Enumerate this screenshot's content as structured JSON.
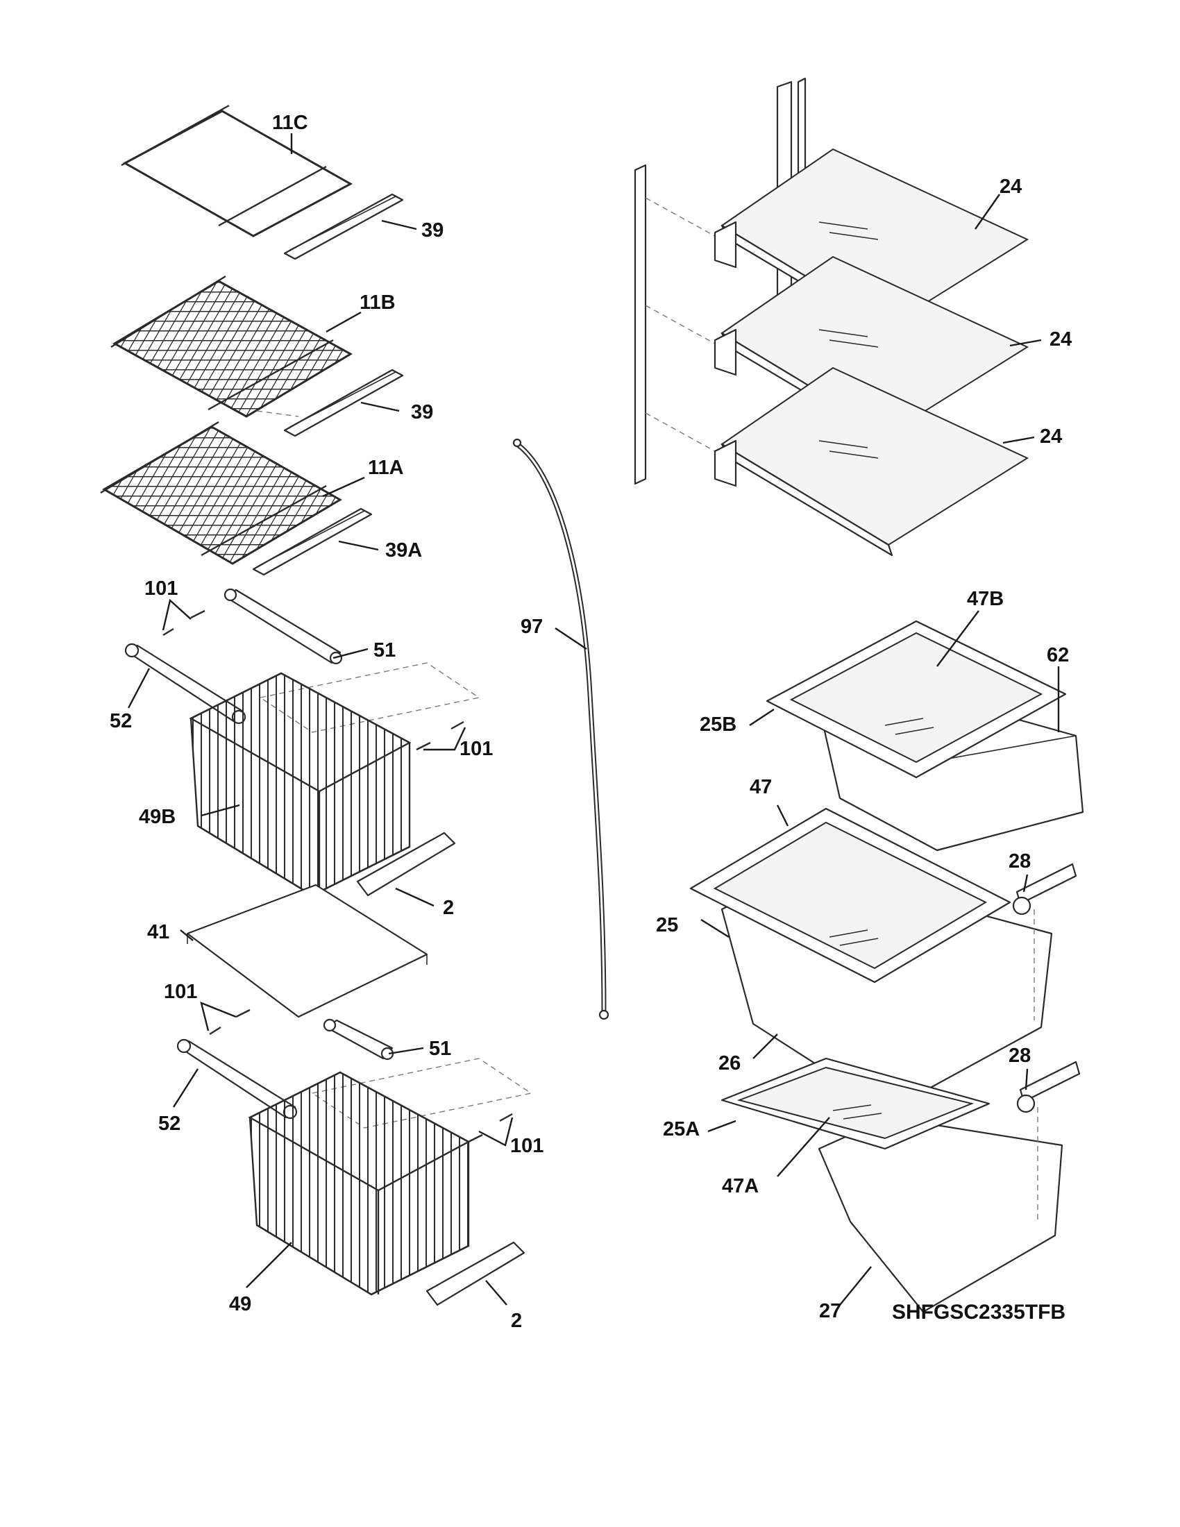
{
  "model_number": "SHFGSC2335TFB",
  "part_labels": {
    "shelf_11c": "11C",
    "shelf_11b": "11B",
    "shelf_11a": "11A",
    "trim_39_top": "39",
    "trim_39_mid": "39",
    "trim_39a": "39A",
    "screw_101_a": "101",
    "screw_101_b": "101",
    "screw_101_c": "101",
    "screw_101_d": "101",
    "slide_51_top": "51",
    "slide_51_bottom": "51",
    "slide_52_top": "52",
    "slide_52_bottom": "52",
    "basket_49b": "49B",
    "basket_49": "49",
    "trim_2_top": "2",
    "trim_2_bottom": "2",
    "shelf_41": "41",
    "tube_97": "97",
    "glass_shelf_24_top": "24",
    "glass_shelf_24_mid": "24",
    "glass_shelf_24_bottom": "24",
    "glass_47b": "47B",
    "cover_25b": "25B",
    "pan_62": "62",
    "glass_47": "47",
    "cover_25": "25",
    "pan_26": "26",
    "bracket_28_top": "28",
    "bracket_28_bottom": "28",
    "cover_25a": "25A",
    "glass_47a": "47A",
    "pan_27": "27"
  }
}
